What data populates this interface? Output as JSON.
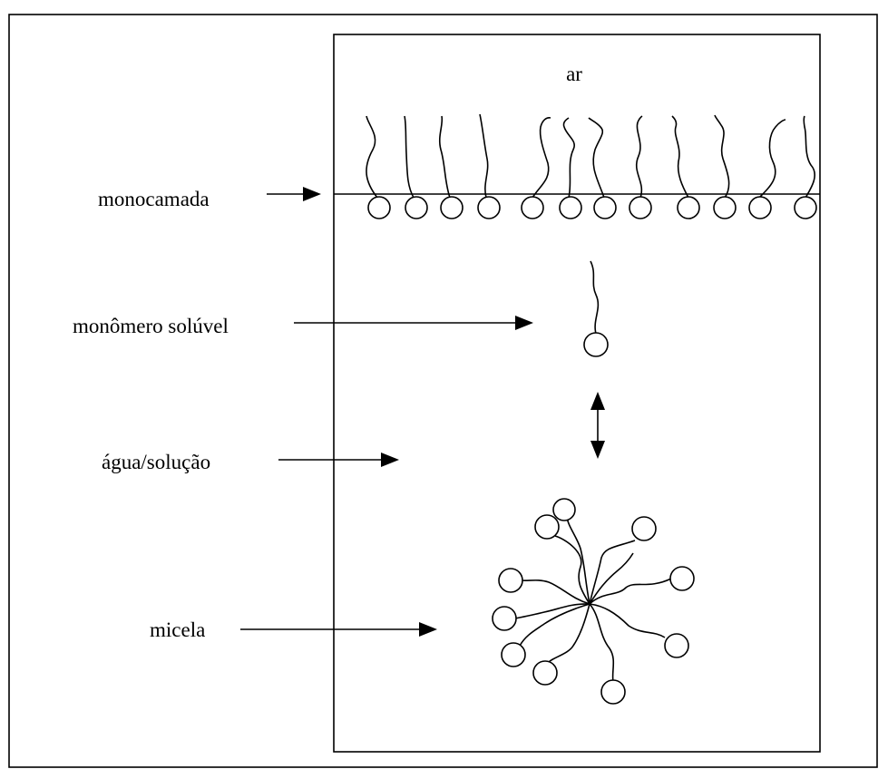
{
  "diagram": {
    "air_label": "ar",
    "labels": {
      "monolayer": "monocamada",
      "soluble_monomer": "monômero solúvel",
      "water_solution": "água/solução",
      "micelle": "micela"
    }
  }
}
